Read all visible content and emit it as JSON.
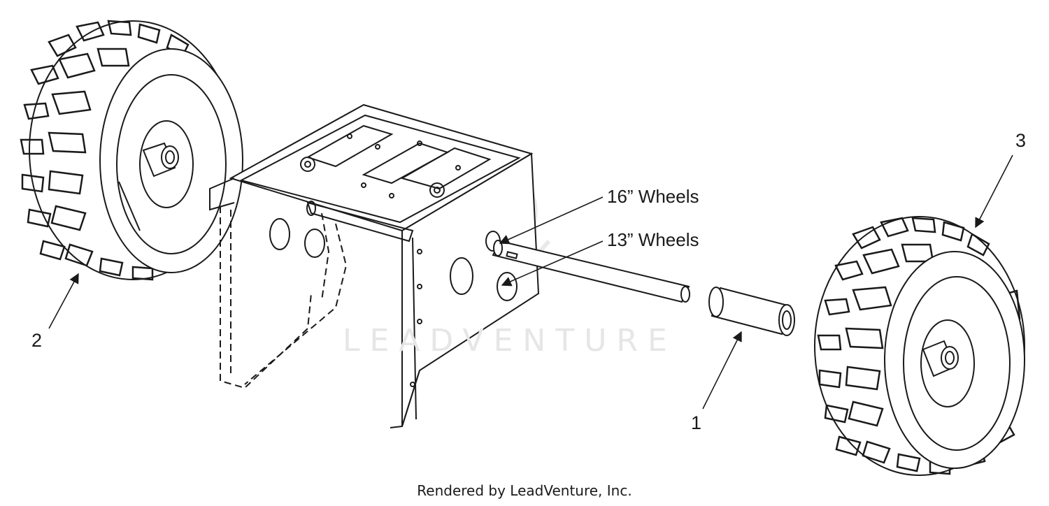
{
  "diagram": {
    "callouts": [
      "1",
      "2",
      "3"
    ],
    "size_labels": {
      "wheels_16": "16” Wheels",
      "wheels_13": "13” Wheels"
    },
    "watermark": "LEADVENTURE",
    "footer": "Rendered by LeadVenture, Inc."
  },
  "colors": {
    "line": "#1a1a1a",
    "watermark": "#e6e6e6",
    "background": "#ffffff"
  }
}
